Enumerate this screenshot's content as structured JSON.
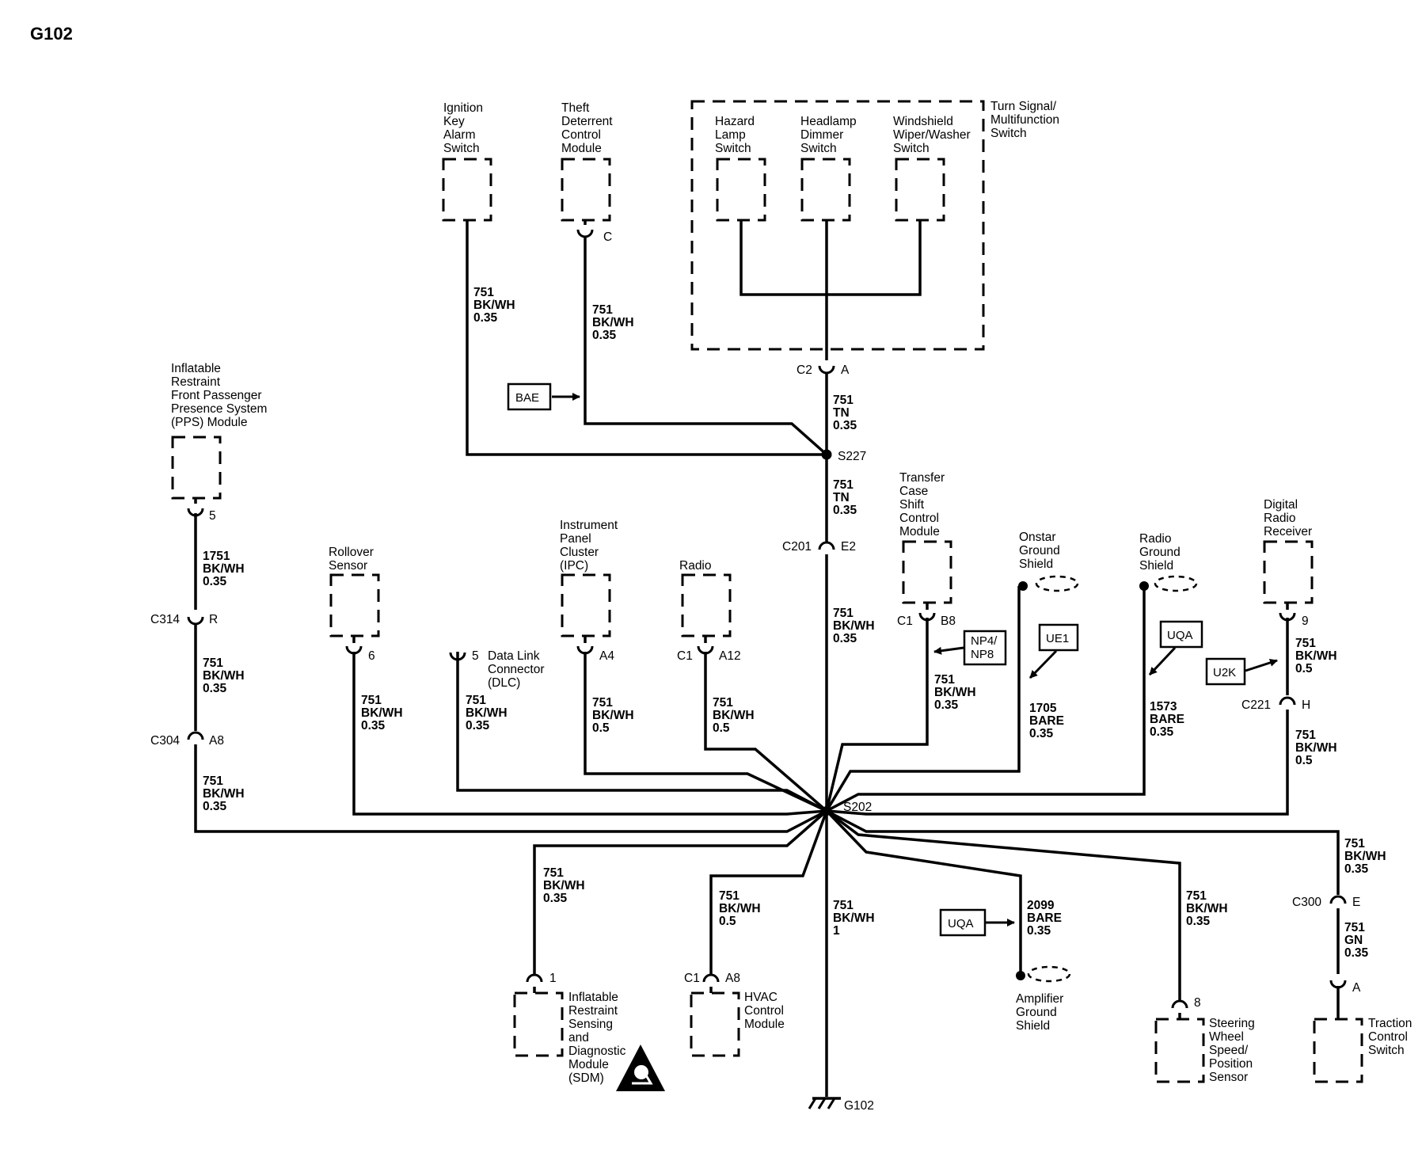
{
  "title": "G102",
  "components": {
    "ignition": [
      "Ignition",
      "Key",
      "Alarm",
      "Switch"
    ],
    "theft": [
      "Theft",
      "Deterrent",
      "Control",
      "Module"
    ],
    "turn_signal": [
      "Turn Signal/",
      "Multifunction",
      "Switch"
    ],
    "hazard": [
      "Hazard",
      "Lamp",
      "Switch"
    ],
    "headlamp": [
      "Headlamp",
      "Dimmer",
      "Switch"
    ],
    "wiper": [
      "Windshield",
      "Wiper/Washer",
      "Switch"
    ],
    "pps": [
      "Inflatable",
      "Restraint",
      "Front Passenger",
      "Presence System",
      "(PPS) Module"
    ],
    "rollover": [
      "Rollover",
      "Sensor"
    ],
    "dlc": [
      "Data Link",
      "Connector",
      "(DLC)"
    ],
    "ipc": [
      "Instrument",
      "Panel",
      "Cluster",
      "(IPC)"
    ],
    "radio": [
      "Radio"
    ],
    "transfer": [
      "Transfer",
      "Case",
      "Shift",
      "Control",
      "Module"
    ],
    "onstar": [
      "Onstar",
      "Ground",
      "Shield"
    ],
    "radio_shield": [
      "Radio",
      "Ground",
      "Shield"
    ],
    "digital_radio": [
      "Digital",
      "Radio",
      "Receiver"
    ],
    "sdm": [
      "Inflatable",
      "Restraint",
      "Sensing",
      "and",
      "Diagnostic",
      "Module",
      "(SDM)"
    ],
    "hvac": [
      "HVAC",
      "Control",
      "Module"
    ],
    "amplifier": [
      "Amplifier",
      "Ground",
      "Shield"
    ],
    "steering": [
      "Steering",
      "Wheel",
      "Speed/",
      "Position",
      "Sensor"
    ],
    "traction": [
      "Traction",
      "Control",
      "Switch"
    ]
  },
  "wires": {
    "ign": [
      "751",
      "BK/WH",
      "0.35"
    ],
    "theft": [
      "751",
      "BK/WH",
      "0.35"
    ],
    "c2_tn": [
      "751",
      "TN",
      "0.35"
    ],
    "s227_tn": [
      "751",
      "TN",
      "0.35"
    ],
    "c201": [
      "751",
      "BK/WH",
      "0.35"
    ],
    "pps": [
      "1751",
      "BK/WH",
      "0.35"
    ],
    "c314": [
      "751",
      "BK/WH",
      "0.35"
    ],
    "c304": [
      "751",
      "BK/WH",
      "0.35"
    ],
    "rollover": [
      "751",
      "BK/WH",
      "0.35"
    ],
    "dlc": [
      "751",
      "BK/WH",
      "0.35"
    ],
    "ipc": [
      "751",
      "BK/WH",
      "0.5"
    ],
    "radio": [
      "751",
      "BK/WH",
      "0.5"
    ],
    "transfer": [
      "751",
      "BK/WH",
      "0.35"
    ],
    "onstar": [
      "1705",
      "BARE",
      "0.35"
    ],
    "radio_shield": [
      "1573",
      "BARE",
      "0.35"
    ],
    "digital": [
      "751",
      "BK/WH",
      "0.5"
    ],
    "c221": [
      "751",
      "BK/WH",
      "0.5"
    ],
    "sdm": [
      "751",
      "BK/WH",
      "0.35"
    ],
    "hvac": [
      "751",
      "BK/WH",
      "0.5"
    ],
    "ground": [
      "751",
      "BK/WH",
      "1"
    ],
    "amplifier": [
      "2099",
      "BARE",
      "0.35"
    ],
    "steering": [
      "751",
      "BK/WH",
      "0.35"
    ],
    "c300_in": [
      "751",
      "BK/WH",
      "0.35"
    ],
    "traction": [
      "751",
      "GN",
      "0.35"
    ]
  },
  "connectors": {
    "theft_pin": "C",
    "c2_name": "C2",
    "c2_pin": "A",
    "c201_name": "C201",
    "c201_pin": "E2",
    "pps_pin": "5",
    "c314_name": "C314",
    "c314_pin": "R",
    "c304_name": "C304",
    "c304_pin": "A8",
    "rollover_pin": "6",
    "dlc_pin": "5",
    "ipc_pin": "A4",
    "radio_name": "C1",
    "radio_pin": "A12",
    "transfer_name": "C1",
    "transfer_pin": "B8",
    "digital_pin": "9",
    "c221_name": "C221",
    "c221_pin": "H",
    "sdm_pin": "1",
    "hvac_name": "C1",
    "hvac_pin": "A8",
    "steering_pin": "8",
    "c300_name": "C300",
    "c300_pin": "E",
    "traction_pin": "A"
  },
  "splices": {
    "s227": "S227",
    "s202": "S202"
  },
  "ground_label": "G102",
  "option_tags": {
    "bae": "BAE",
    "np": [
      "NP4/",
      "NP8"
    ],
    "ue1": "UE1",
    "uqa_top": "UQA",
    "u2k": "U2K",
    "uqa_bottom": "UQA"
  },
  "warning_icon": "airbag-warning-icon"
}
